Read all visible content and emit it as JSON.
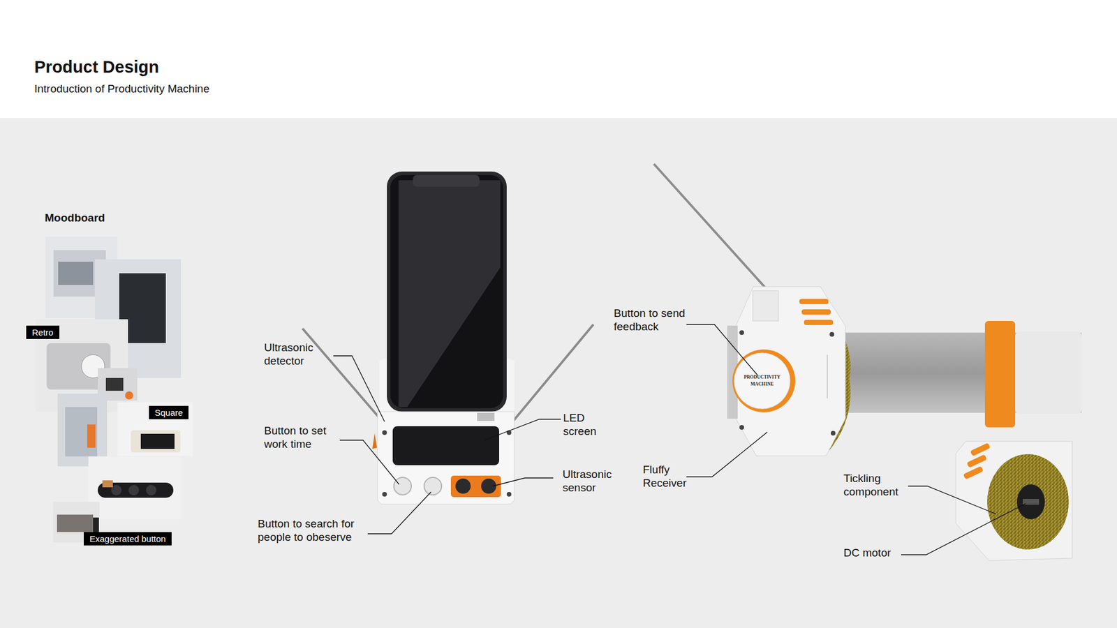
{
  "diagram": {
    "title": "Product Design",
    "nodes": [
      {
        "text": [
          "Retro"
        ]
      },
      {
        "text": [
          "Square"
        ]
      },
      {
        "text": [
          "Exaggerated button"
        ]
      }
    ],
    "edges": [],
    "labels": [
      "Introduction of Productivity Machine",
      "Moodboard",
      "Ultrasonic detector",
      "Button to set work time",
      "Button to search for people to obeserve",
      "LED screen",
      "Ultrasonic sensor",
      "Button to send feedback",
      "Fluffy Receiver",
      "Tickling component",
      "DC motor",
      "PRODUCTIVITY MACHINE"
    ]
  }
}
